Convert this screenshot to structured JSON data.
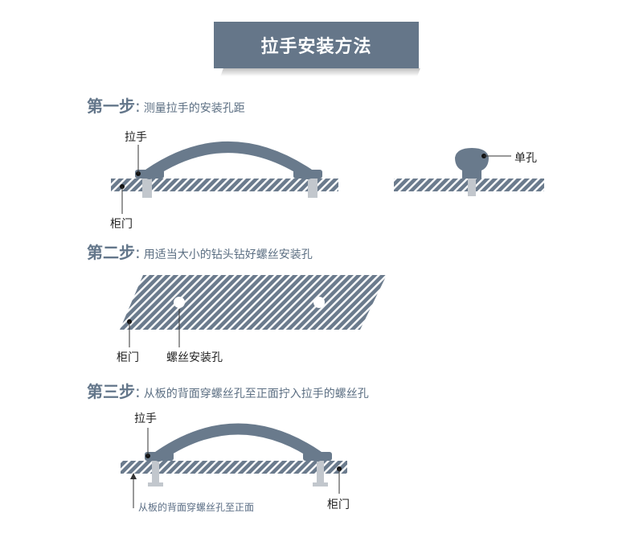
{
  "title": "拉手安装方法",
  "steps": [
    {
      "head": "第一步",
      "text": "测量拉手的安装孔距"
    },
    {
      "head": "第二步",
      "text": "用适当大小的钻头钻好螺丝安装孔"
    },
    {
      "head": "第三步",
      "text": "从板的背面穿螺丝孔至正面拧入拉手的螺丝孔"
    }
  ],
  "labels": {
    "handle_1": "拉手",
    "cabinet_door_1": "柜门",
    "single_hole": "单孔",
    "cabinet_door_2": "柜门",
    "screw_hole": "螺丝安装孔",
    "handle_3": "拉手",
    "through_note": "从板的背面穿螺丝孔至正面",
    "cabinet_door_3": "柜门"
  },
  "colors": {
    "title_bg": "#657689",
    "board": "#6b7b8d",
    "handle": "#697a8c",
    "screw": "#c2c7cd",
    "text_accent": "#5c6f83"
  }
}
